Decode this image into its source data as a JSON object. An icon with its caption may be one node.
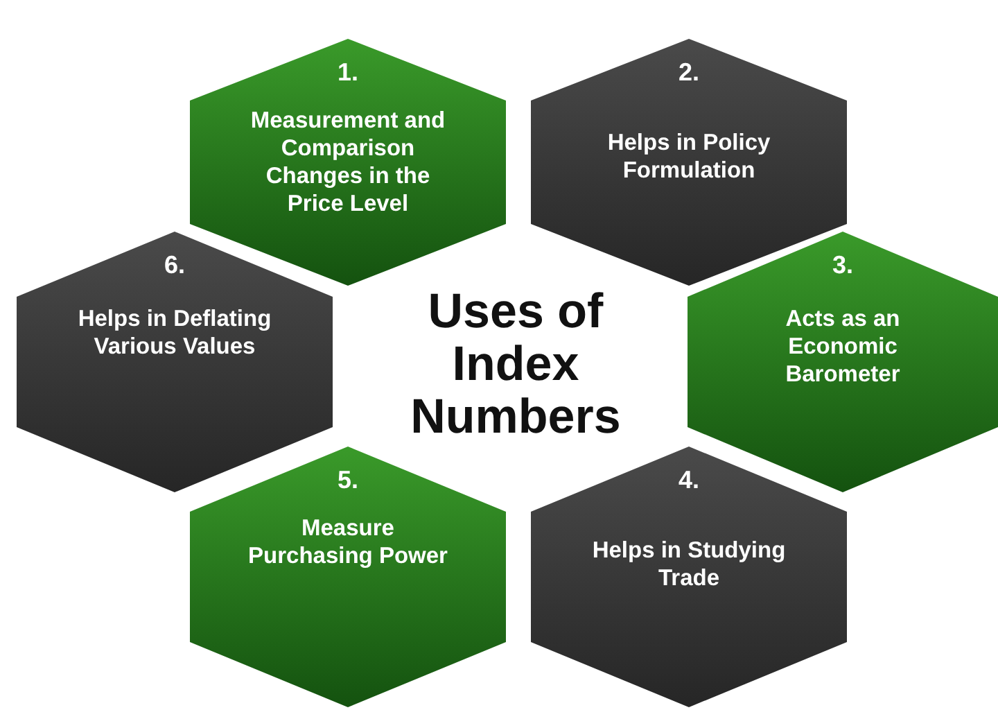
{
  "diagram": {
    "title": "Uses of Index Numbers",
    "nodes": [
      {
        "text": [
          "1.",
          "Measurement and Comparison Changes in the Price Level"
        ]
      },
      {
        "text": [
          "2.",
          "Helps in Policy Formulation"
        ]
      },
      {
        "text": [
          "3.",
          "Acts as an Economic Barometer"
        ]
      },
      {
        "text": [
          "4.",
          "Helps in Studying Trade"
        ]
      },
      {
        "text": [
          "5.",
          "Measure Purchasing Power"
        ]
      },
      {
        "text": [
          "6.",
          "Helps in Deflating Various Values"
        ]
      }
    ]
  }
}
